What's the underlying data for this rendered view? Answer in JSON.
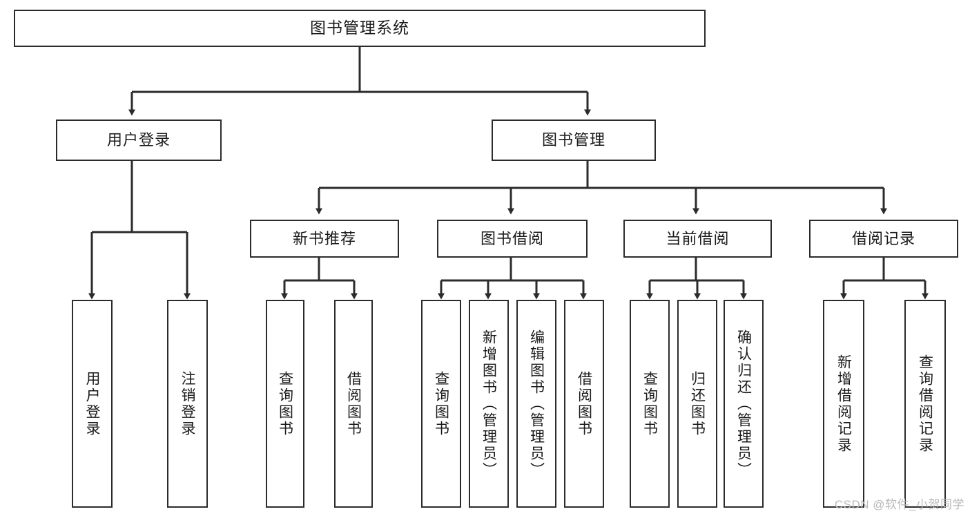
{
  "diagram": {
    "title": "图书管理系统",
    "type": "tree",
    "watermark": "CSDN @软件_小贺同学",
    "colors": {
      "stroke": "#2b2b2b",
      "fill": "#ffffff",
      "text": "#1a1a1a",
      "watermark": "#b9b9b9"
    },
    "levels": {
      "root": {
        "label": "图书管理系统"
      },
      "level2": [
        {
          "id": "user-login",
          "label": "用户登录"
        },
        {
          "id": "book-manage",
          "label": "图书管理"
        }
      ],
      "level3": [
        {
          "id": "new-book-recommend",
          "label": "新书推荐"
        },
        {
          "id": "book-borrow",
          "label": "图书借阅"
        },
        {
          "id": "current-borrow",
          "label": "当前借阅"
        },
        {
          "id": "borrow-record",
          "label": "借阅记录"
        }
      ],
      "leaves": {
        "user-login": [
          {
            "id": "leaf-user-login",
            "label": "用户登录"
          },
          {
            "id": "leaf-logout",
            "label": "注销登录"
          }
        ],
        "new-book-recommend": [
          {
            "id": "leaf-query-book-1",
            "label": "查询图书"
          },
          {
            "id": "leaf-borrow-book-1",
            "label": "借阅图书"
          }
        ],
        "book-borrow": [
          {
            "id": "leaf-query-book-2",
            "label": "查询图书"
          },
          {
            "id": "leaf-add-book",
            "label": "新增图书（管理员）"
          },
          {
            "id": "leaf-edit-book",
            "label": "编辑图书（管理员）"
          },
          {
            "id": "leaf-borrow-book-2",
            "label": "借阅图书"
          }
        ],
        "current-borrow": [
          {
            "id": "leaf-query-book-3",
            "label": "查询图书"
          },
          {
            "id": "leaf-return-book",
            "label": "归还图书"
          },
          {
            "id": "leaf-confirm-return",
            "label": "确认归还（管理员）"
          }
        ],
        "borrow-record": [
          {
            "id": "leaf-add-record",
            "label": "新增借阅记录"
          },
          {
            "id": "leaf-query-record",
            "label": "查询借阅记录"
          }
        ]
      }
    }
  }
}
